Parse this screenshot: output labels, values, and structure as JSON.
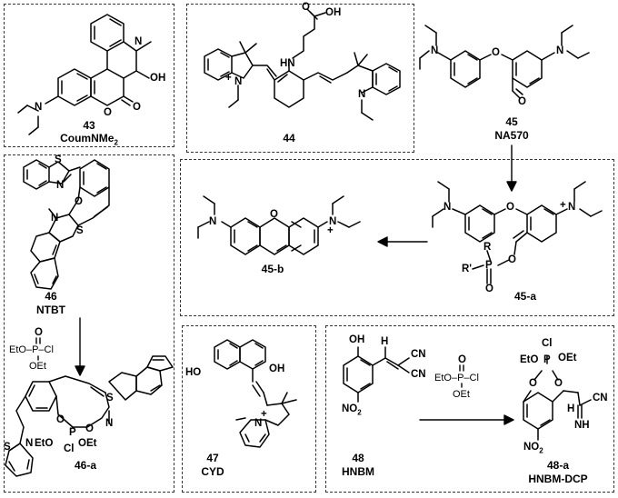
{
  "compounds": [
    {
      "number": "43",
      "name": "CoumNMe",
      "name_sub": "2"
    },
    {
      "number": "44",
      "name": ""
    },
    {
      "number": "45",
      "name": "NA570"
    },
    {
      "number": "45-a",
      "name": ""
    },
    {
      "number": "45-b",
      "name": ""
    },
    {
      "number": "46",
      "name": "NTBT"
    },
    {
      "number": "46-a",
      "name": ""
    },
    {
      "number": "47",
      "name": "CYD"
    },
    {
      "number": "48",
      "name": "HNBM"
    },
    {
      "number": "48-a",
      "name": "HNBM-DCP"
    }
  ],
  "atoms": {
    "N": "N",
    "O": "O",
    "S": "S",
    "P": "P",
    "H": "H",
    "OH": "OH",
    "HO": "HO",
    "HN": "HN",
    "CN": "CN",
    "OEt": "OEt",
    "Cl": "Cl",
    "R": "R",
    "R_prime": "R'",
    "NO2": "NO",
    "NO2_sub": "2",
    "NH": "NH",
    "N_plus": "N",
    "plus": "+",
    "cooh": "OH",
    "EtO": "EtO",
    "EtOO": "EtO",
    "P_Cl": "P"
  },
  "reagents": {
    "dcp_top": "O",
    "dcp_mid": "EtO–P–Cl",
    "dcp_bot": "OEt",
    "dcp_full": "EtO–P–Cl"
  },
  "colors": {
    "line": "#000000",
    "border": "#333333"
  }
}
